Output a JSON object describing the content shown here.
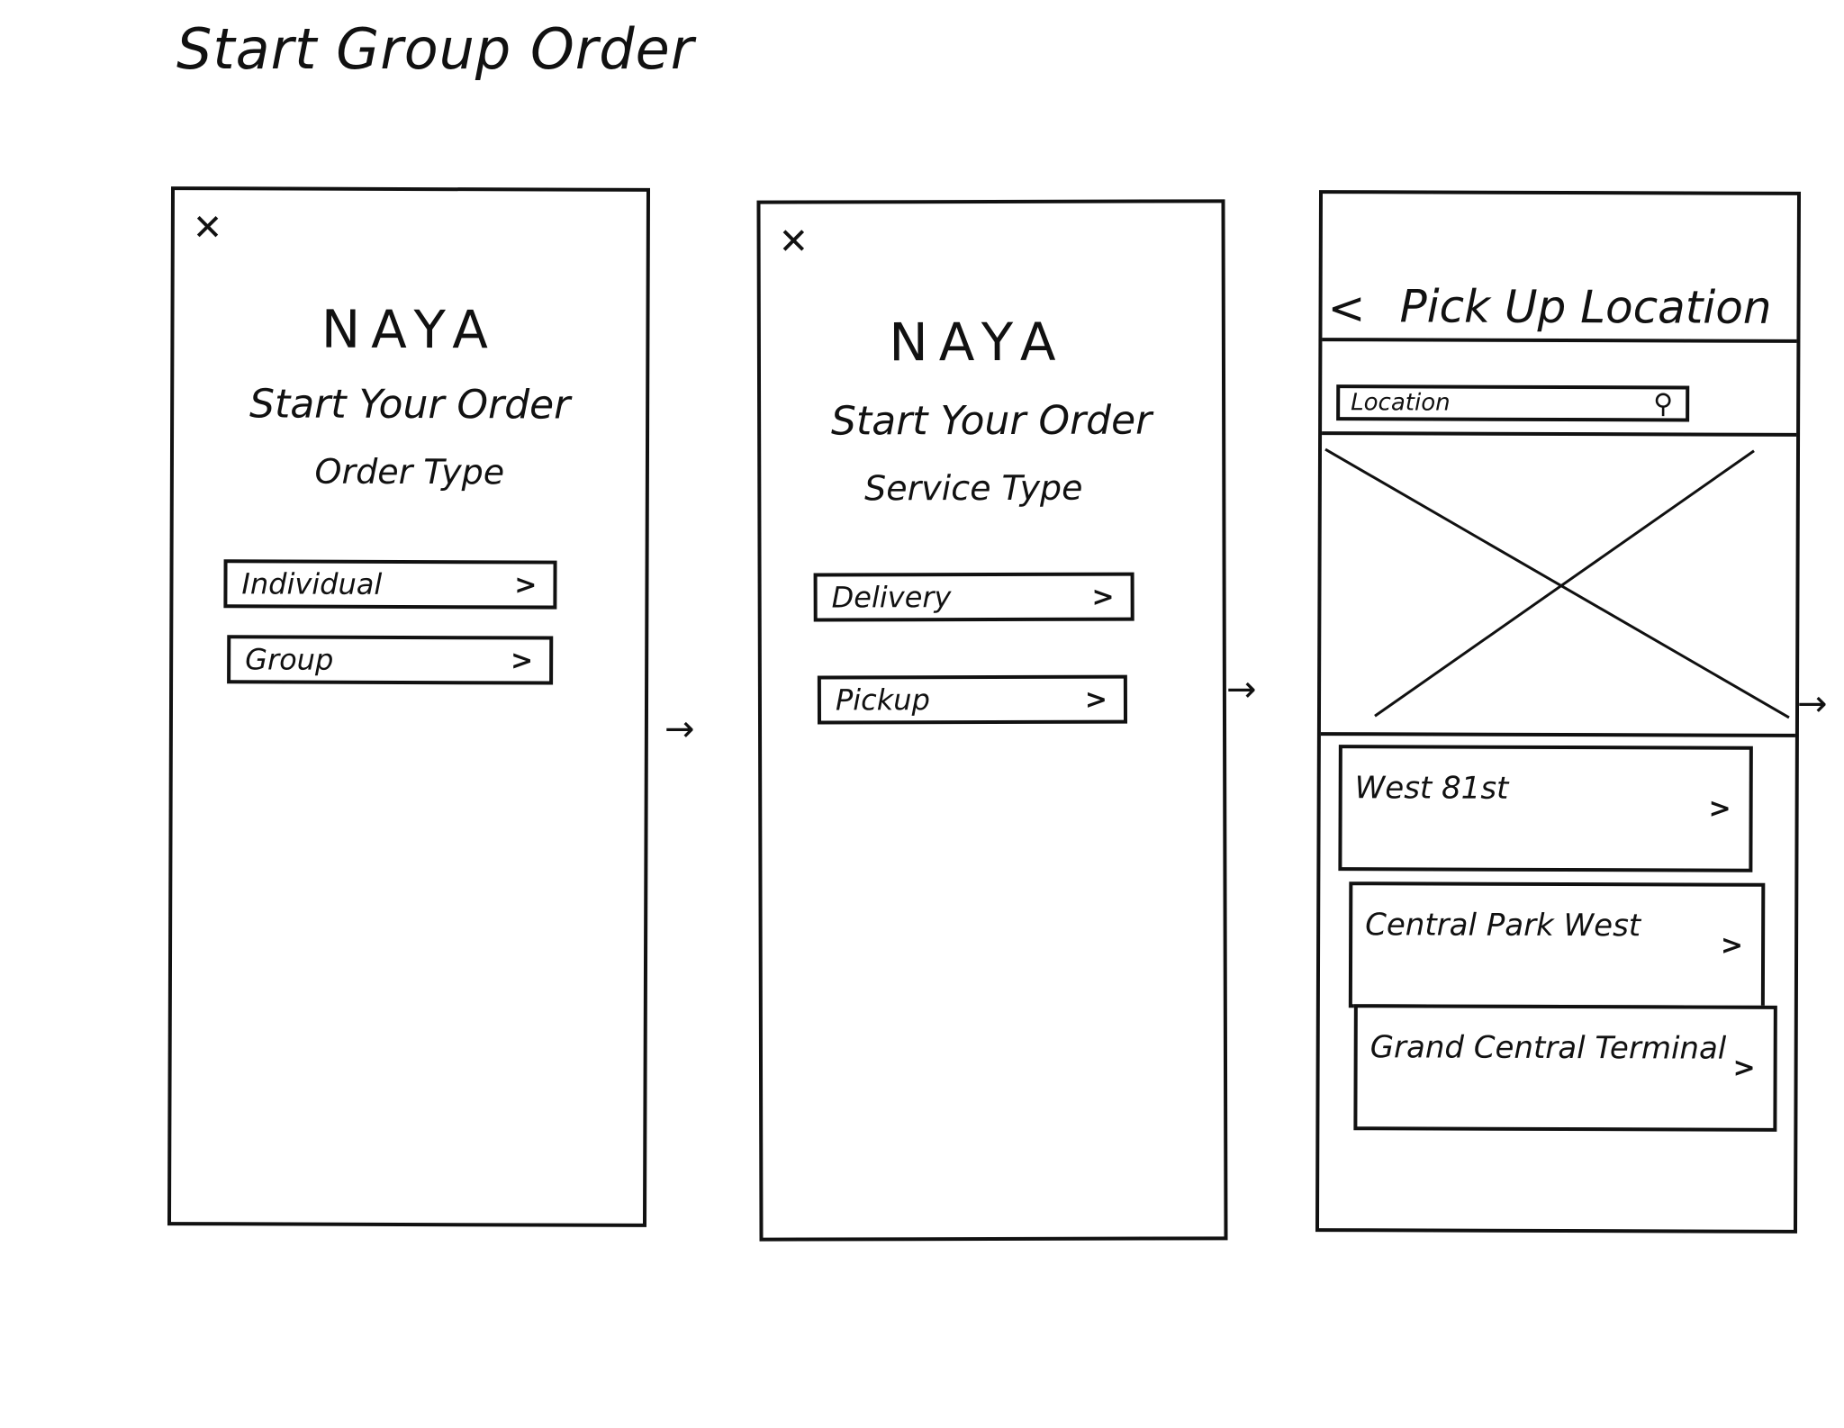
{
  "sketch_title": "Start Group Order",
  "screen_order_type": {
    "brand": "NAYA",
    "heading": "Start Your Order",
    "subheading": "Order Type",
    "options": [
      {
        "label": "Individual"
      },
      {
        "label": "Group"
      }
    ]
  },
  "screen_service_type": {
    "brand": "NAYA",
    "heading": "Start Your Order",
    "subheading": "Service Type",
    "options": [
      {
        "label": "Delivery"
      },
      {
        "label": "Pickup"
      }
    ]
  },
  "screen_pickup_location": {
    "title": "Pick Up Location",
    "search_placeholder": "Location",
    "locations": [
      {
        "label": "West 81st"
      },
      {
        "label": "Central Park West"
      },
      {
        "label": "Grand Central Terminal"
      }
    ]
  },
  "icons": {
    "close": "close-icon",
    "chevron": "chevron-right-icon",
    "back": "back-icon",
    "search": "search-icon",
    "flow_arrow": "arrow-right-icon"
  }
}
